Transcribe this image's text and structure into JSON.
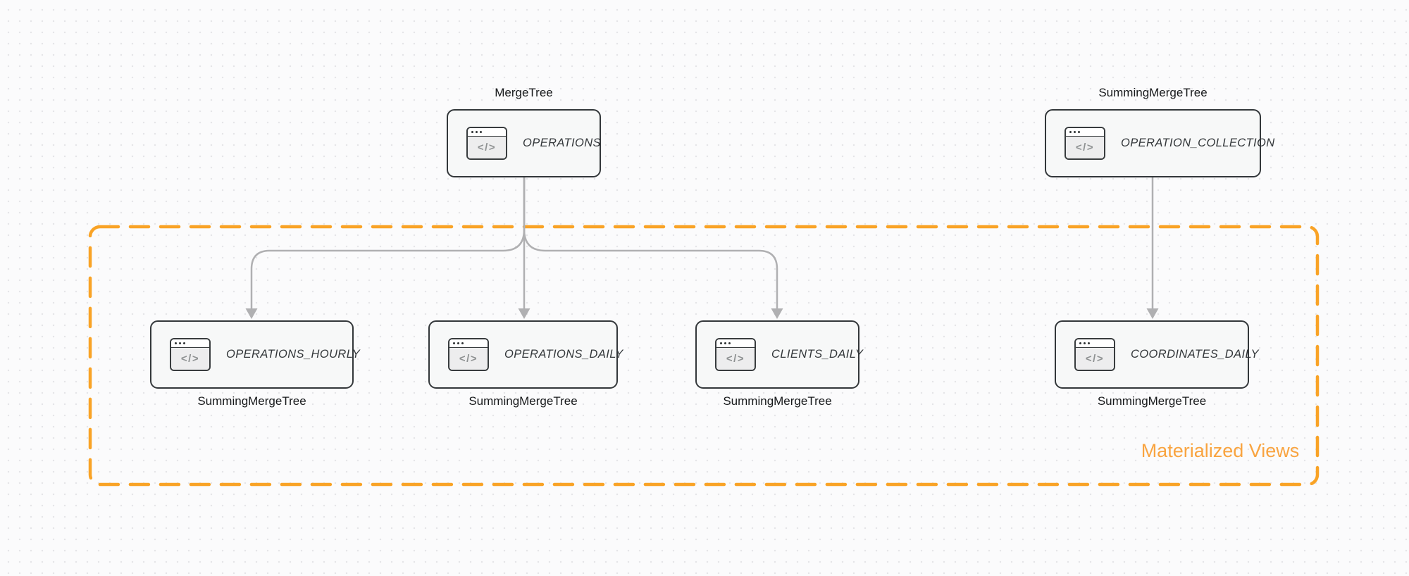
{
  "group": {
    "label": "Materialized Views"
  },
  "icon": {
    "name": "code-window-icon",
    "glyph": "</>"
  },
  "nodes": [
    {
      "id": "operations",
      "name": "OPERATIONS",
      "engine": "MergeTree",
      "engine_position": "above"
    },
    {
      "id": "operation_collection",
      "name": "OPERATION_COLLECTION",
      "engine": "SummingMergeTree",
      "engine_position": "above"
    },
    {
      "id": "operations_hourly",
      "name": "OPERATIONS_HOURLY",
      "engine": "SummingMergeTree",
      "engine_position": "below"
    },
    {
      "id": "operations_daily",
      "name": "OPERATIONS_DAILY",
      "engine": "SummingMergeTree",
      "engine_position": "below"
    },
    {
      "id": "clients_daily",
      "name": "CLIENTS_DAILY",
      "engine": "SummingMergeTree",
      "engine_position": "below"
    },
    {
      "id": "coordinates_daily",
      "name": "COORDINATES_DAILY",
      "engine": "SummingMergeTree",
      "engine_position": "below"
    }
  ],
  "edges": [
    {
      "from": "OPERATIONS",
      "to": "OPERATIONS_HOURLY"
    },
    {
      "from": "OPERATIONS",
      "to": "OPERATIONS_DAILY"
    },
    {
      "from": "OPERATIONS",
      "to": "CLIENTS_DAILY"
    },
    {
      "from": "OPERATION_COLLECTION",
      "to": "COORDINATES_DAILY"
    }
  ],
  "colors": {
    "accent_orange": "#f9a326",
    "group_label_orange": "#f9a440",
    "arrow_gray": "#b0b0b2",
    "node_border": "#33373a",
    "node_fill": "#f7f8f8",
    "background": "#fbfbfc",
    "dot_grid": "#e5e5e8",
    "engine_text": "#17191b",
    "icon_glyph": "#8e9192"
  }
}
